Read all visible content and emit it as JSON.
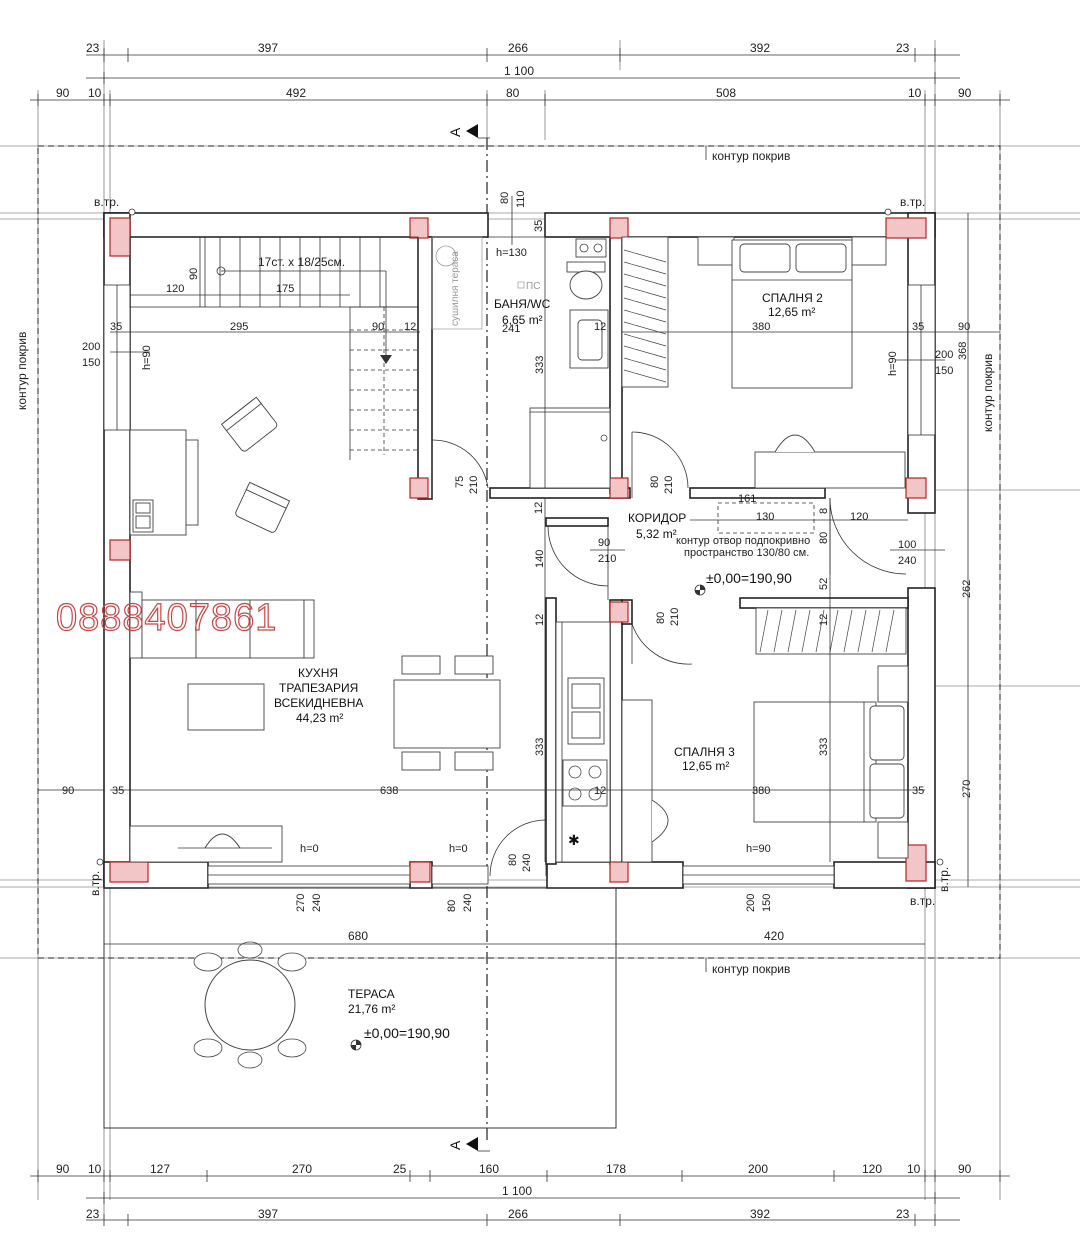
{
  "phone_watermark": "0888407861",
  "section_marker": "A",
  "dims_top_outer": [
    "23",
    "397",
    "266",
    "392",
    "23"
  ],
  "dims_total": "1 100",
  "dims_top_inner": [
    "90",
    "10",
    "492",
    "80",
    "508",
    "10",
    "90"
  ],
  "dims_bottom_inner": [
    "90",
    "10",
    "127",
    "270",
    "25",
    "160",
    "178",
    "200",
    "120",
    "10",
    "90"
  ],
  "dims_bottom_outer": [
    "23",
    "397",
    "266",
    "392",
    "23"
  ],
  "labels": {
    "roof_contour": "контур покрив",
    "downpipe": "в.тр.",
    "stairs": "17ст. x 18/25см.",
    "dryer": "сушилня терасa",
    "shaft": "ПС",
    "opening_note_1": "контур отвор подпокривно",
    "opening_note_2": "пространство 130/80 см.",
    "level": "±0,00=190,90",
    "level_terrace": "±0,00=190,90",
    "h130": "h=130",
    "h0_a": "h=0",
    "h0_b": "h=0",
    "h90_a": "h=90",
    "h90_b": "h=90",
    "h90_c": "h=90",
    "label_161": "161"
  },
  "rooms": {
    "bath_name": "БАНЯ/WC",
    "bath_area": "6,65 m²",
    "bed2_name": "СПАЛНЯ 2",
    "bed2_area": "12,65 m²",
    "corridor_name": "КОРИДОР",
    "corridor_area": "5,32 m²",
    "living_name_1": "КУХНЯ",
    "living_name_2": "ТРАПЕЗАРИЯ",
    "living_name_3": "ВСЕКИДНЕВНА",
    "living_area": "44,23 m²",
    "bed3_name": "СПАЛНЯ 3",
    "bed3_area": "12,65 m²",
    "terrace_name": "ТЕРАСА",
    "terrace_area": "21,76 m²"
  },
  "dim_labels": {
    "d80a": "80",
    "d110": "110",
    "d35a": "35",
    "d90a": "90",
    "d120a": "120",
    "d175": "175",
    "d35b": "35",
    "d295": "295",
    "d90b": "90",
    "d12a": "12",
    "d241": "241",
    "d12b": "12",
    "d380a": "380",
    "d35c": "35",
    "d90c": "90",
    "d368": "368",
    "d200a": "200",
    "d150a": "150",
    "d200b": "200",
    "d150b": "150",
    "d333a": "333",
    "d75": "75",
    "d210a": "210",
    "d80b": "80",
    "d210b": "210",
    "d12c": "12",
    "d130": "130",
    "d8": "8",
    "d120b": "120",
    "d80c": "80",
    "d90d": "90",
    "d210c": "210",
    "d100": "100",
    "d240a": "240",
    "d140": "140",
    "d52": "52",
    "d262": "262",
    "d12d": "12",
    "d80e": "80",
    "d210e": "210",
    "d12e": "12",
    "d333b": "333",
    "d333c": "333",
    "d270a": "270",
    "d90e": "90",
    "d35d": "35",
    "d638": "638",
    "d12f": "12",
    "d380b": "380",
    "d35e": "35",
    "d80f": "80",
    "d240b": "240",
    "d270b": "270",
    "d240c": "240",
    "d80g": "80",
    "d240d": "240",
    "d200c": "200",
    "d150c": "150",
    "d680": "680",
    "d420": "420"
  }
}
